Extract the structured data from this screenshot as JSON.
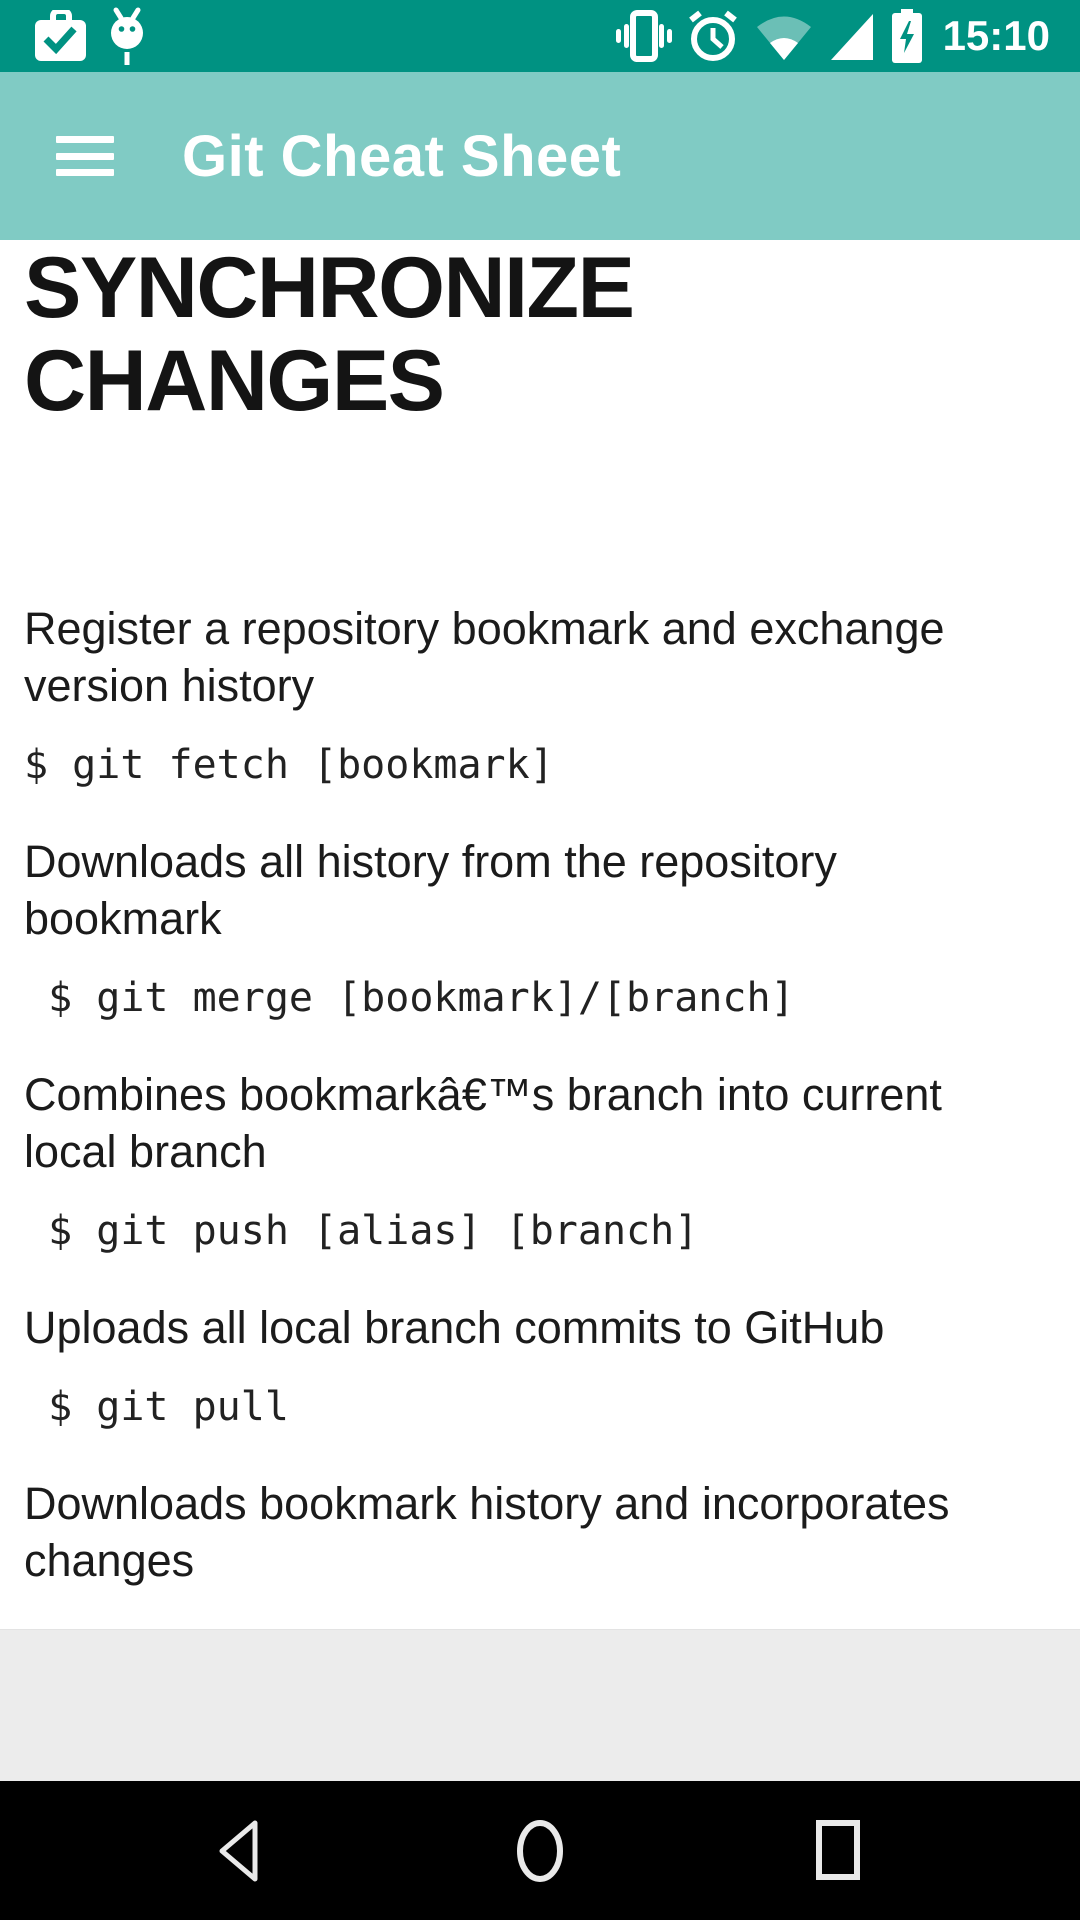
{
  "status_bar": {
    "time": "15:10",
    "bg_color": "#009282",
    "left_icons": [
      "task-complete-icon",
      "android-debug-icon"
    ],
    "right_icons": [
      "vibrate-icon",
      "alarm-icon",
      "wifi-icon",
      "cell-signal-icon",
      "battery-charging-icon"
    ]
  },
  "app_bar": {
    "title": "Git Cheat Sheet",
    "bg_color": "#80CBC4",
    "menu_icon": "hamburger-icon"
  },
  "content": {
    "heading": "SYNCHRONIZE CHANGES",
    "sections": [
      {
        "type": "paragraph",
        "lines": [
          "Register a repository bookmark and exchange",
          "version history"
        ]
      },
      {
        "type": "code",
        "text": "$ git fetch [bookmark]"
      },
      {
        "type": "paragraph",
        "lines": [
          "Downloads all history from the repository",
          "bookmark"
        ]
      },
      {
        "type": "code",
        "text": " $ git merge [bookmark]/[branch]"
      },
      {
        "type": "paragraph",
        "lines": [
          "Combines bookmarkâ€™s branch into current",
          "local branch"
        ]
      },
      {
        "type": "code",
        "text": " $ git push [alias] [branch]"
      },
      {
        "type": "paragraph",
        "lines": [
          "Uploads all local branch commits to GitHub"
        ]
      },
      {
        "type": "code",
        "text": " $ git pull"
      },
      {
        "type": "paragraph",
        "lines": [
          "Downloads bookmark history and incorporates",
          "changes"
        ]
      }
    ]
  },
  "nav_bar": {
    "bg_color": "#000000",
    "buttons": [
      "back-button",
      "home-button",
      "recents-button"
    ]
  },
  "colors": {
    "status_bar_bg": "#009282",
    "app_bar_bg": "#80CBC4",
    "content_bg": "#FFFFFF",
    "filler_bg": "#ECECEC",
    "text": "#1B1B1B"
  }
}
